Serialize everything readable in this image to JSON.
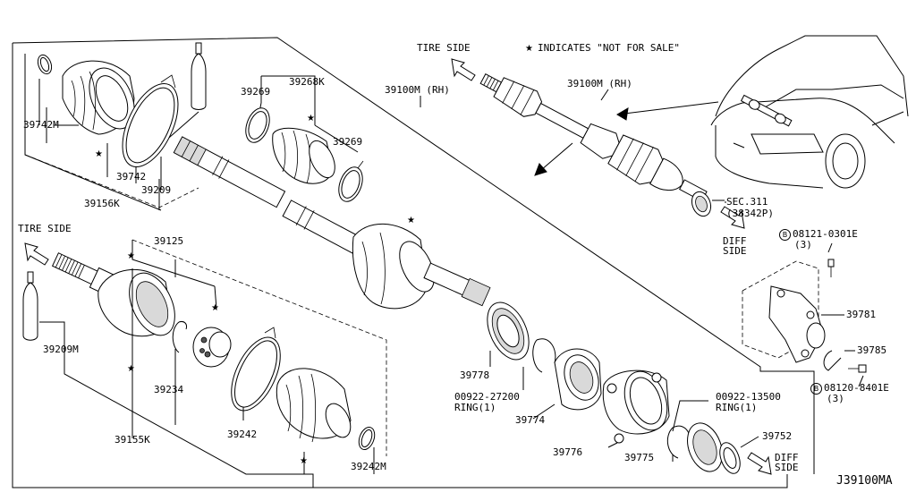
{
  "header": {
    "tire_side_top": "TIRE SIDE",
    "note": "INDICATES \"NOT FOR SALE\"",
    "diagram_code": "J39100MA"
  },
  "labels": {
    "tire_side_left": "TIRE SIDE",
    "diff_side_upper_1": "DIFF",
    "diff_side_upper_2": "SIDE",
    "diff_side_lower_1": "DIFF",
    "diff_side_lower_2": "SIDE",
    "sec_311": "SEC.311",
    "sec_311_ref": "(38342P)",
    "bolt_upper": "08121-0301E",
    "bolt_upper_qty": "(3)",
    "bolt_lower": "08120-8401E",
    "bolt_lower_qty": "(3)",
    "bolt_symbol": "B",
    "ring_left_pn": "00922-27200",
    "ring_left_qty": "RING(1)",
    "ring_right_pn": "00922-13500",
    "ring_right_qty": "RING(1)"
  },
  "parts": {
    "p39742M": "39742M",
    "p39742": "39742",
    "p39209": "39209",
    "p39156K": "39156K",
    "p39269a": "39269",
    "p39268K": "39268K",
    "p39269b": "39269",
    "p39100M_rh_a": "39100M (RH)",
    "p39100M_rh_b": "39100M (RH)",
    "p39125": "39125",
    "p39209M": "39209M",
    "p39234": "39234",
    "p39155K": "39155K",
    "p39242": "39242",
    "p39242M": "39242M",
    "p39778": "39778",
    "p39774": "39774",
    "p39776": "39776",
    "p39775": "39775",
    "p39752": "39752",
    "p39781": "39781",
    "p39785": "39785"
  }
}
